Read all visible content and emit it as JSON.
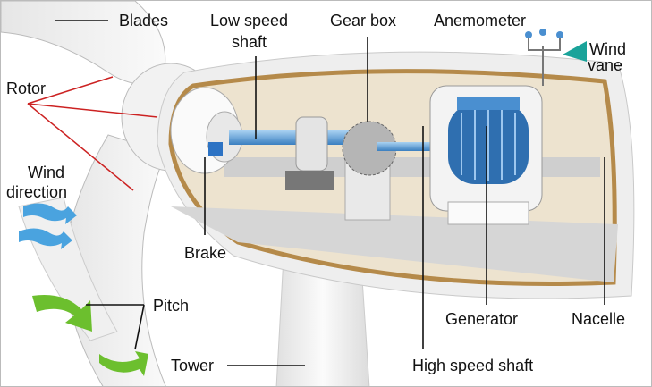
{
  "labels": {
    "blades": "Blades",
    "low_speed_shaft_1": "Low speed",
    "low_speed_shaft_2": "shaft",
    "gear_box": "Gear box",
    "anemometer": "Anemometer",
    "wind_vane_1": "Wind",
    "wind_vane_2": "vane",
    "rotor": "Rotor",
    "wind_direction_1": "Wind",
    "wind_direction_2": "direction",
    "brake": "Brake",
    "pitch": "Pitch",
    "tower": "Tower",
    "generator": "Generator",
    "nacelle": "Nacelle",
    "high_speed_shaft": "High speed shaft"
  },
  "colors": {
    "shaft": "#5b9bd5",
    "nacelle_edge": "#b58a4a",
    "arrow_blue": "#4aa3df",
    "pitch_green": "#6cbf2e",
    "rotor_lines": "#cc2222",
    "vane": "#1aa39a"
  }
}
